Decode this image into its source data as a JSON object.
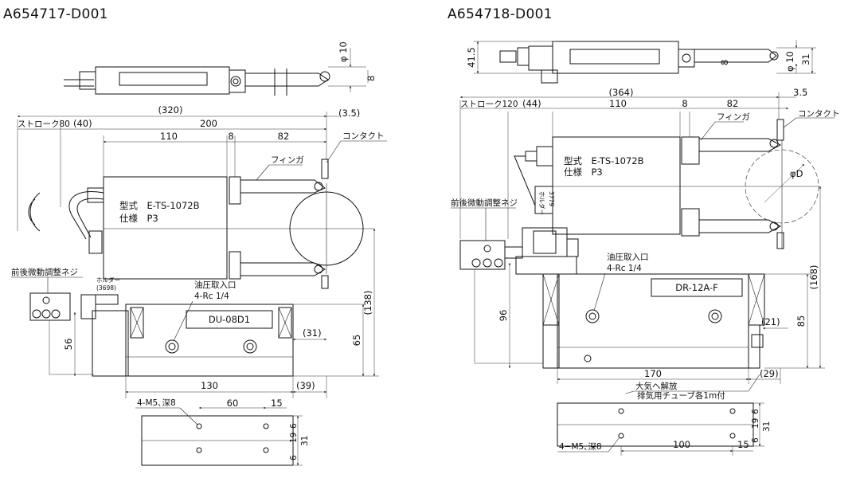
{
  "left": {
    "title": "A654717-D001",
    "dims": {
      "d320": "(320)",
      "d35": "(3.5)",
      "stroke80": "ストローク80",
      "d40": "(40)",
      "d200": "200",
      "d110": "110",
      "d8": "8",
      "d82": "82",
      "d138": "(138)",
      "d65": "65",
      "d56": "56",
      "d31": "(31)",
      "d130": "130",
      "d39": "(39)",
      "d60": "60",
      "d15": "15",
      "phi10": "φ 10",
      "top8": "8",
      "b6a": "6",
      "b19": "19",
      "b6b": "6",
      "b31": "31"
    },
    "labels": {
      "contact": "コンタクト",
      "finger": "フィンガ",
      "model1": "型式　E-TS-1072B",
      "model2": "仕様　P3",
      "adjust": "前後微動調整ネジ",
      "holder": "ホルダー",
      "holder_no": "(3698)",
      "oil": "油圧取入口",
      "rc": "4-Rc 1/4",
      "unit": "DU-08D1",
      "holes": "4-M5､深8"
    }
  },
  "right": {
    "title": "A654718-D001",
    "dims": {
      "d364": "(364)",
      "d35": "3.5",
      "stroke120": "ストローク120",
      "d44": "(44)",
      "d110": "110",
      "d8": "8",
      "d82": "82",
      "d415": "41.5",
      "phi10": "φ 10",
      "d31top": "31",
      "top8": "8",
      "d168": "(168)",
      "d85": "85",
      "d96": "96",
      "d21": "(21)",
      "d170": "170",
      "d29": "(29)",
      "d100": "100",
      "d15": "15",
      "phiD": "φD",
      "b6a": "6",
      "b19": "19",
      "b6b": "6",
      "b31": "31"
    },
    "labels": {
      "contact": "コンタクト",
      "finger": "フィンガ",
      "model1": "型式　E-TS-1072B",
      "model2": "仕様　P3",
      "adjust": "前後微動調整ネジ",
      "holder": "ホルダー",
      "holder_no": "3779",
      "oil": "油圧取入口",
      "rc": "4-Rc 1/4",
      "unit": "DR-12A-F",
      "release": "大気へ解放",
      "exhaust": "排気用チューブ各1m付",
      "holes": "4−M5､深8"
    }
  }
}
